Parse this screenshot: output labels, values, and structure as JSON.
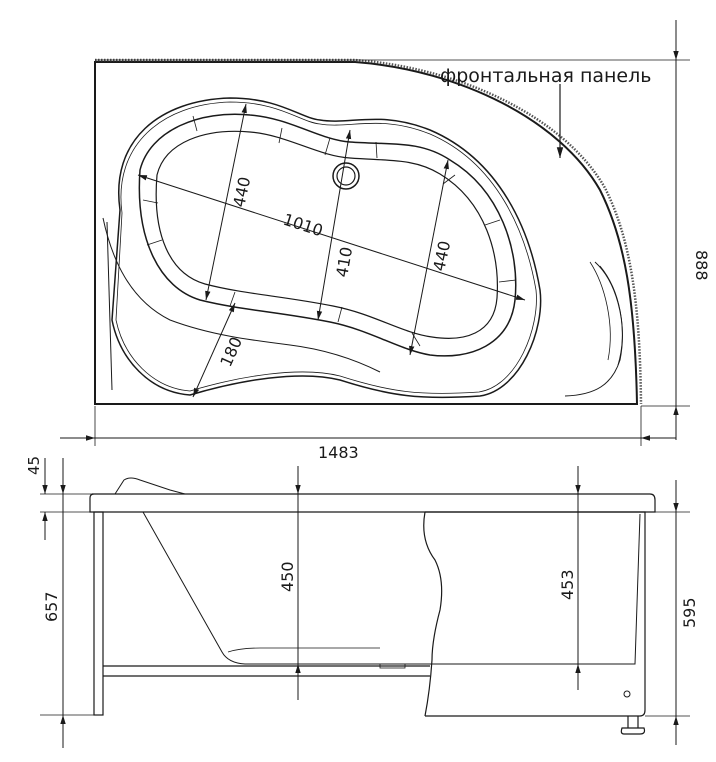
{
  "drawing": {
    "title": "Corner bathtub technical drawing",
    "colors": {
      "line": "#1a1a1a",
      "thin": "#333333",
      "bg": "#ffffff",
      "panel_dots": "#555555"
    }
  },
  "top_view": {
    "callout_label": "фронтальная панель",
    "dimensions": {
      "overall_length": "1483",
      "overall_width": "888",
      "inner_length": "1010",
      "basin_width_left": "440",
      "basin_width_right": "440",
      "basin_waist": "410",
      "seat_depth": "180"
    }
  },
  "side_view": {
    "dimensions": {
      "rim_thickness": "45",
      "total_height": "657",
      "depth_left": "450",
      "depth_right": "453",
      "panel_height": "595"
    }
  }
}
